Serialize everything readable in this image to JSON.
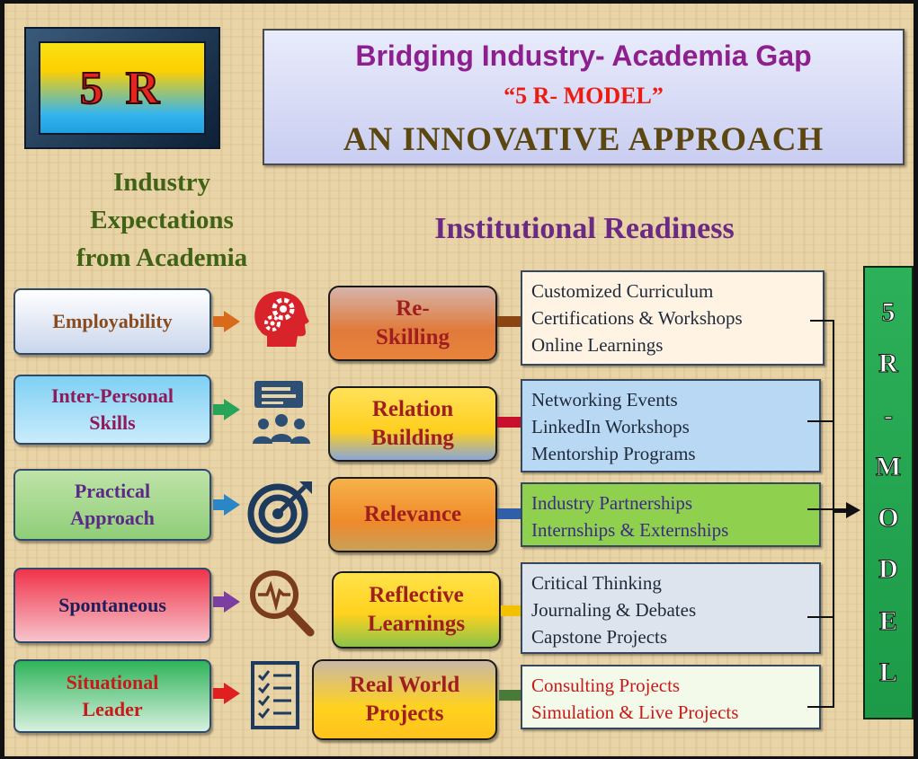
{
  "badge": {
    "text": "5 R"
  },
  "title": {
    "line1": "Bridging Industry- Academia Gap",
    "line2": "“5 R- MODEL”",
    "line3": "AN INNOVATIVE APPROACH"
  },
  "left_heading": {
    "line1": "Industry",
    "line2": "Expectations",
    "line3": "from Academia"
  },
  "mid_heading": "Institutional Readiness",
  "rows": [
    {
      "expectation": "Employability",
      "icon": "head-gears-icon",
      "r_label_1": "Re-",
      "r_label_2": "Skilling",
      "details": [
        "Customized Curriculum",
        "Certifications & Workshops",
        "Online Learnings"
      ]
    },
    {
      "expectation_1": "Inter-Personal",
      "expectation_2": "Skills",
      "icon": "presentation-audience-icon",
      "r_label_1": "Relation",
      "r_label_2": "Building",
      "details": [
        "Networking Events",
        "LinkedIn Workshops",
        "Mentorship Programs"
      ]
    },
    {
      "expectation_1": "Practical",
      "expectation_2": "Approach",
      "icon": "target-arrow-icon",
      "r_label": "Relevance",
      "details": [
        "Industry Partnerships",
        "Internships & Externships"
      ]
    },
    {
      "expectation": "Spontaneous",
      "icon": "magnifier-pulse-icon",
      "r_label_1": "Reflective",
      "r_label_2": "Learnings",
      "details": [
        "Critical Thinking",
        "Journaling & Debates",
        "Capstone Projects"
      ]
    },
    {
      "expectation_1": "Situational",
      "expectation_2": "Leader",
      "icon": "checklist-icon",
      "r_label_1": "Real World",
      "r_label_2": "Projects",
      "details": [
        "Consulting Projects",
        "Simulation & Live Projects"
      ]
    }
  ],
  "model_bar": [
    "5",
    "R",
    "-",
    "M",
    "O",
    "D",
    "E",
    "L"
  ],
  "colors": {
    "background": "#e9d4a7",
    "title_purple": "#8d1f8f",
    "title_red": "#ef1b10",
    "heading_green": "#3f6214",
    "heading_purple": "#6a2a84",
    "model_green": "#1fa34b"
  }
}
